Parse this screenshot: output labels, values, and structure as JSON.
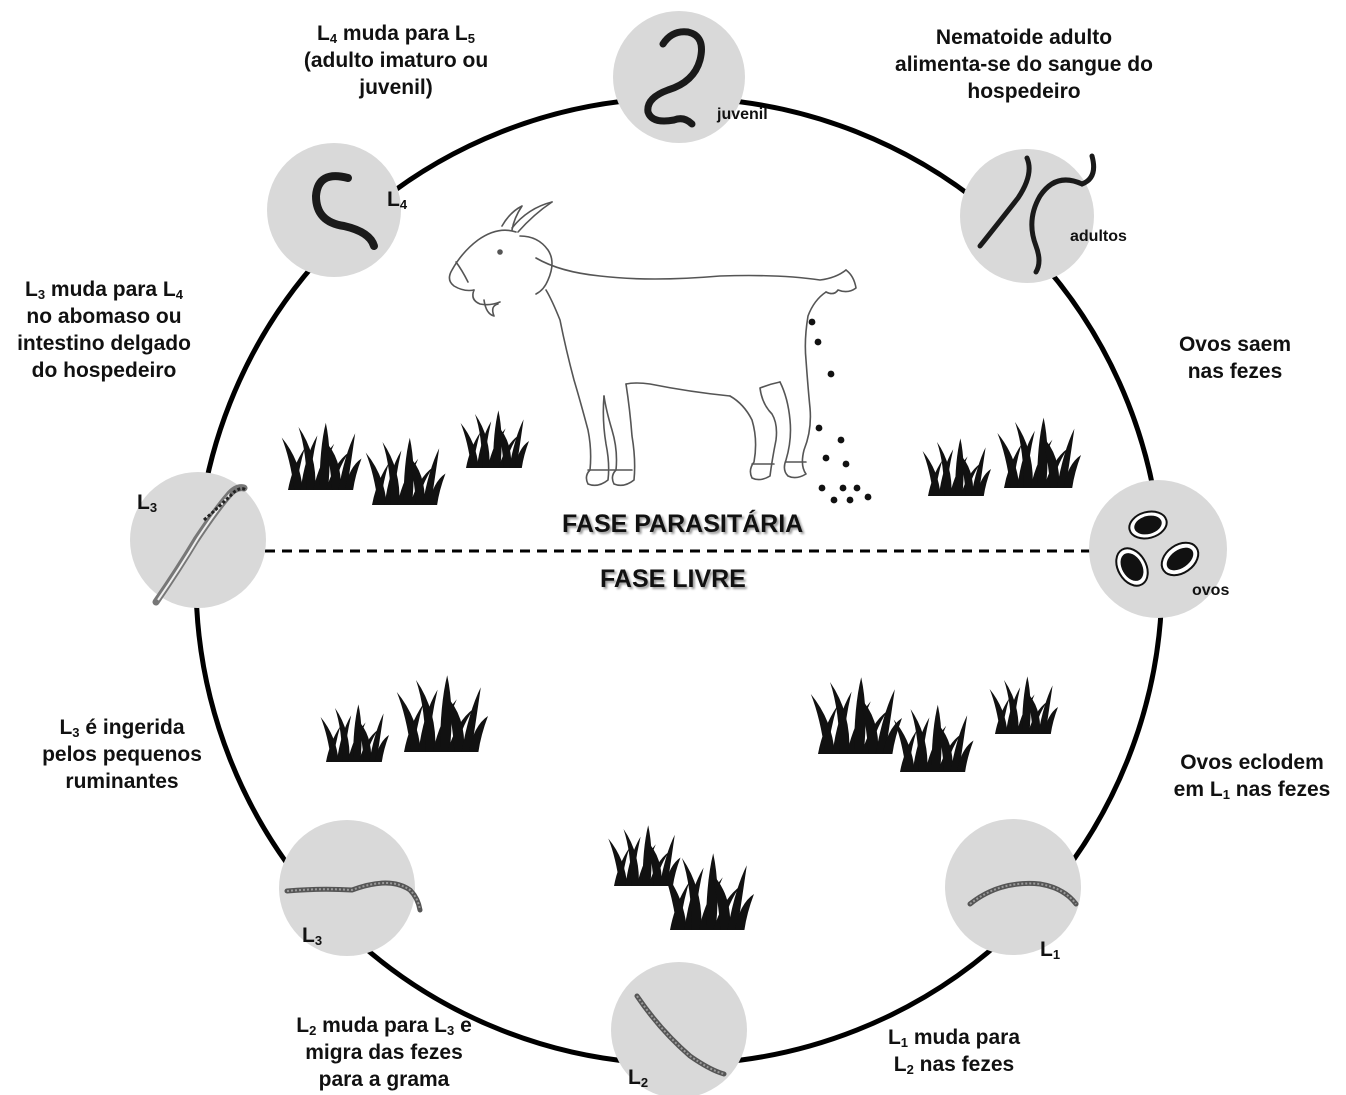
{
  "phases": {
    "parasitic": "FASE PARASITÁRIA",
    "free": "FASE LIVRE"
  },
  "stages": {
    "juvenil": "juvenil",
    "adultos": "adultos",
    "ovos": "ovos",
    "l1": {
      "base": "L",
      "sub": "1"
    },
    "l2": {
      "base": "L",
      "sub": "2"
    },
    "l3_bottom": {
      "base": "L",
      "sub": "3"
    },
    "l3_left": {
      "base": "L",
      "sub": "3"
    },
    "l4": {
      "base": "L",
      "sub": "4"
    }
  },
  "descriptions": {
    "l4_to_l5": {
      "line1_a": "L",
      "line1_sub1": "4",
      "line1_b": " muda para L",
      "line1_sub2": "5",
      "line2": "(adulto imaturo ou",
      "line3": "juvenil)"
    },
    "adult_feeds": {
      "line1": "Nematoide adulto",
      "line2": "alimenta-se do sangue do",
      "line3": "hospedeiro"
    },
    "eggs_out": {
      "line1": "Ovos saem",
      "line2": "nas fezes"
    },
    "eggs_hatch": {
      "line1": "Ovos eclodem",
      "line2_a": "em L",
      "line2_sub": "1",
      "line2_b": " nas fezes"
    },
    "l1_to_l2": {
      "line1_a": "L",
      "line1_sub": "1",
      "line1_b": " muda para",
      "line2_a": "L",
      "line2_sub": "2",
      "line2_b": " nas fezes"
    },
    "l2_to_l3": {
      "line1_a": "L",
      "line1_sub1": "2",
      "line1_b": " muda para L",
      "line1_sub2": "3",
      "line1_c": " e",
      "line2": "migra das fezes",
      "line3": "para a grama"
    },
    "l3_ingested": {
      "line1_a": "L",
      "line1_sub": "3",
      "line1_b": " é ingerida",
      "line2": "pelos pequenos",
      "line3": "ruminantes"
    },
    "l3_to_l4": {
      "line1_a": "L",
      "line1_sub1": "3",
      "line1_b": " muda para L",
      "line1_sub2": "4",
      "line2": "no abomaso ou",
      "line3": "intestino delgado",
      "line4": "do hospedeiro"
    }
  },
  "colors": {
    "ring": "#000000",
    "node_fill": "#d9d9d9",
    "worm": "#1a1a1a",
    "goat_line": "#555555"
  }
}
